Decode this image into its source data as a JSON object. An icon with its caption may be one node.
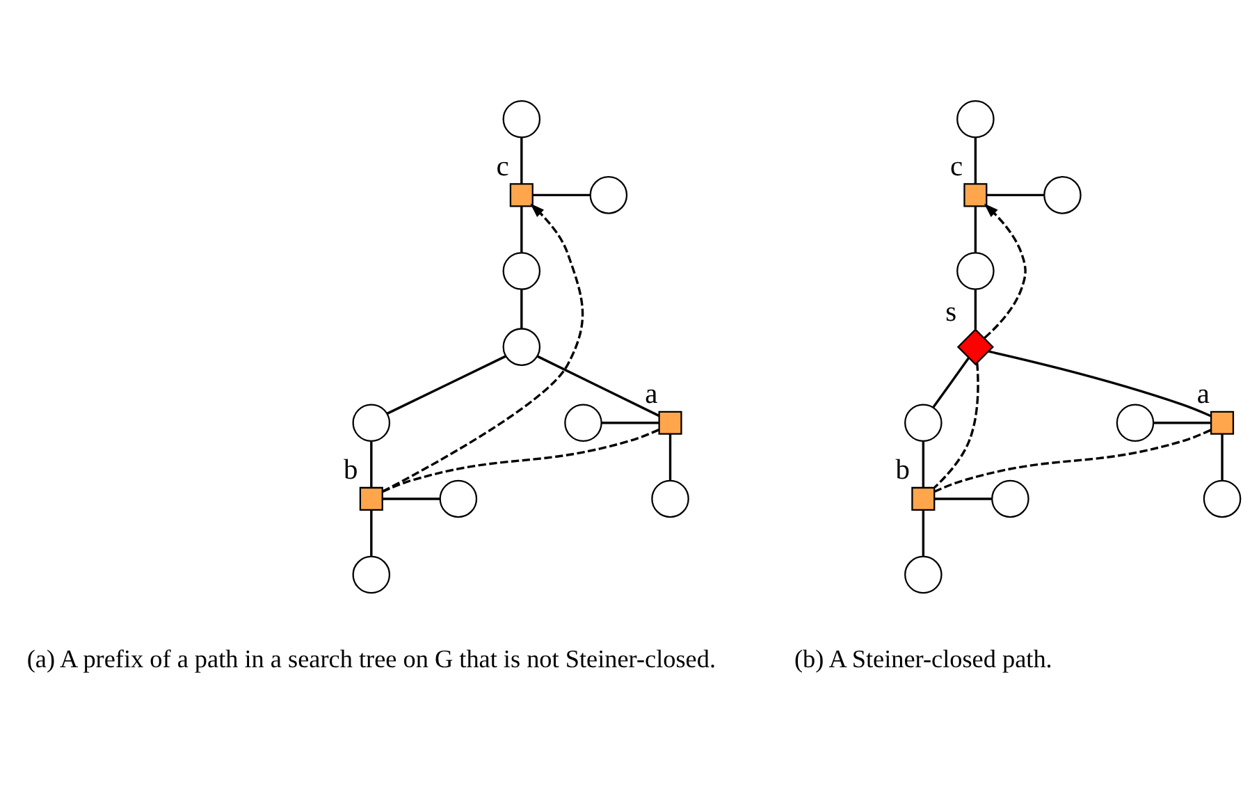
{
  "diagram": {
    "nodes": [
      {
        "text": [],
        "shape": "circle"
      },
      {
        "text": [],
        "shape": "box",
        "beside": [
          "c"
        ]
      },
      {
        "text": [],
        "shape": "circle"
      },
      {
        "text": [],
        "shape": "circle"
      },
      {
        "text": [],
        "shape": "circle"
      },
      {
        "text": [],
        "shape": "circle"
      },
      {
        "text": [],
        "shape": "box",
        "beside": [
          "a"
        ]
      },
      {
        "text": [],
        "shape": "circle"
      },
      {
        "text": [],
        "shape": "circle"
      },
      {
        "text": [],
        "shape": "box",
        "beside": [
          "b"
        ]
      },
      {
        "text": [],
        "shape": "circle"
      },
      {
        "text": [],
        "shape": "circle"
      },
      {
        "text": [],
        "shape": "circle"
      },
      {
        "text": [],
        "shape": "box",
        "beside": [
          "c"
        ]
      },
      {
        "text": [],
        "shape": "circle"
      },
      {
        "text": [],
        "shape": "circle"
      },
      {
        "text": [],
        "shape": "diamond",
        "beside": [
          "s"
        ]
      },
      {
        "text": [],
        "shape": "circle"
      },
      {
        "text": [],
        "shape": "box",
        "beside": [
          "a"
        ]
      },
      {
        "text": [],
        "shape": "circle"
      },
      {
        "text": [],
        "shape": "circle"
      },
      {
        "text": [],
        "shape": "box",
        "beside": [
          "b"
        ]
      },
      {
        "text": [],
        "shape": "circle"
      },
      {
        "text": [],
        "shape": "circle"
      }
    ],
    "edges": [
      {
        "from": 0,
        "to": 1,
        "arrow": "none"
      },
      {
        "from": 1,
        "to": 2,
        "arrow": "none"
      },
      {
        "from": 1,
        "to": 3,
        "arrow": "none"
      },
      {
        "from": 3,
        "to": 4,
        "arrow": "none"
      },
      {
        "from": 4,
        "to": 6,
        "arrow": "none"
      },
      {
        "from": 4,
        "to": 7,
        "arrow": "none"
      },
      {
        "from": 5,
        "to": 6,
        "arrow": "none"
      },
      {
        "from": 6,
        "to": 8,
        "arrow": "none"
      },
      {
        "from": 7,
        "to": 9,
        "arrow": "none"
      },
      {
        "from": 9,
        "to": 10,
        "arrow": "none"
      },
      {
        "from": 9,
        "to": 11,
        "arrow": "none"
      },
      {
        "from": 6,
        "to": 9,
        "arrow": "none",
        "style": "dashed"
      },
      {
        "from": 9,
        "to": 1,
        "arrow": "to",
        "style": "dashed"
      },
      {
        "from": 12,
        "to": 13,
        "arrow": "none"
      },
      {
        "from": 13,
        "to": 14,
        "arrow": "none"
      },
      {
        "from": 13,
        "to": 15,
        "arrow": "none"
      },
      {
        "from": 15,
        "to": 16,
        "arrow": "none"
      },
      {
        "from": 16,
        "to": 18,
        "arrow": "none"
      },
      {
        "from": 16,
        "to": 19,
        "arrow": "none"
      },
      {
        "from": 17,
        "to": 18,
        "arrow": "none"
      },
      {
        "from": 18,
        "to": 20,
        "arrow": "none"
      },
      {
        "from": 19,
        "to": 21,
        "arrow": "none"
      },
      {
        "from": 21,
        "to": 22,
        "arrow": "none"
      },
      {
        "from": 21,
        "to": 23,
        "arrow": "none"
      },
      {
        "from": 18,
        "to": 21,
        "arrow": "none",
        "style": "dashed"
      },
      {
        "from": 16,
        "to": 21,
        "arrow": "none",
        "style": "dashed"
      },
      {
        "from": 16,
        "to": 13,
        "arrow": "to",
        "style": "dashed"
      }
    ],
    "labels": [
      "(a) A prefix of a path in a search tree on G that is not Steiner-closed.",
      "(b) A Steiner-closed path."
    ]
  }
}
